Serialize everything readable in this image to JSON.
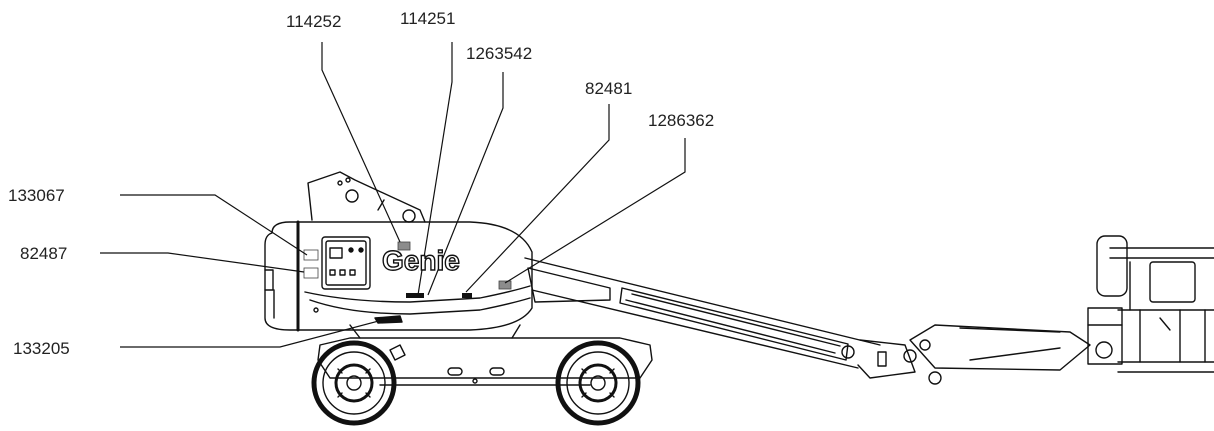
{
  "labels": {
    "l114252": "114252",
    "l114251": "114251",
    "l1263542": "1263542",
    "l82481": "82481",
    "l1286362": "1286362",
    "l133067": "133067",
    "l82487": "82487",
    "l133205": "133205"
  },
  "logo_text": "Genie",
  "colors": {
    "line": "#111111",
    "decal": "#8c8c8c",
    "paper": "#ffffff"
  }
}
